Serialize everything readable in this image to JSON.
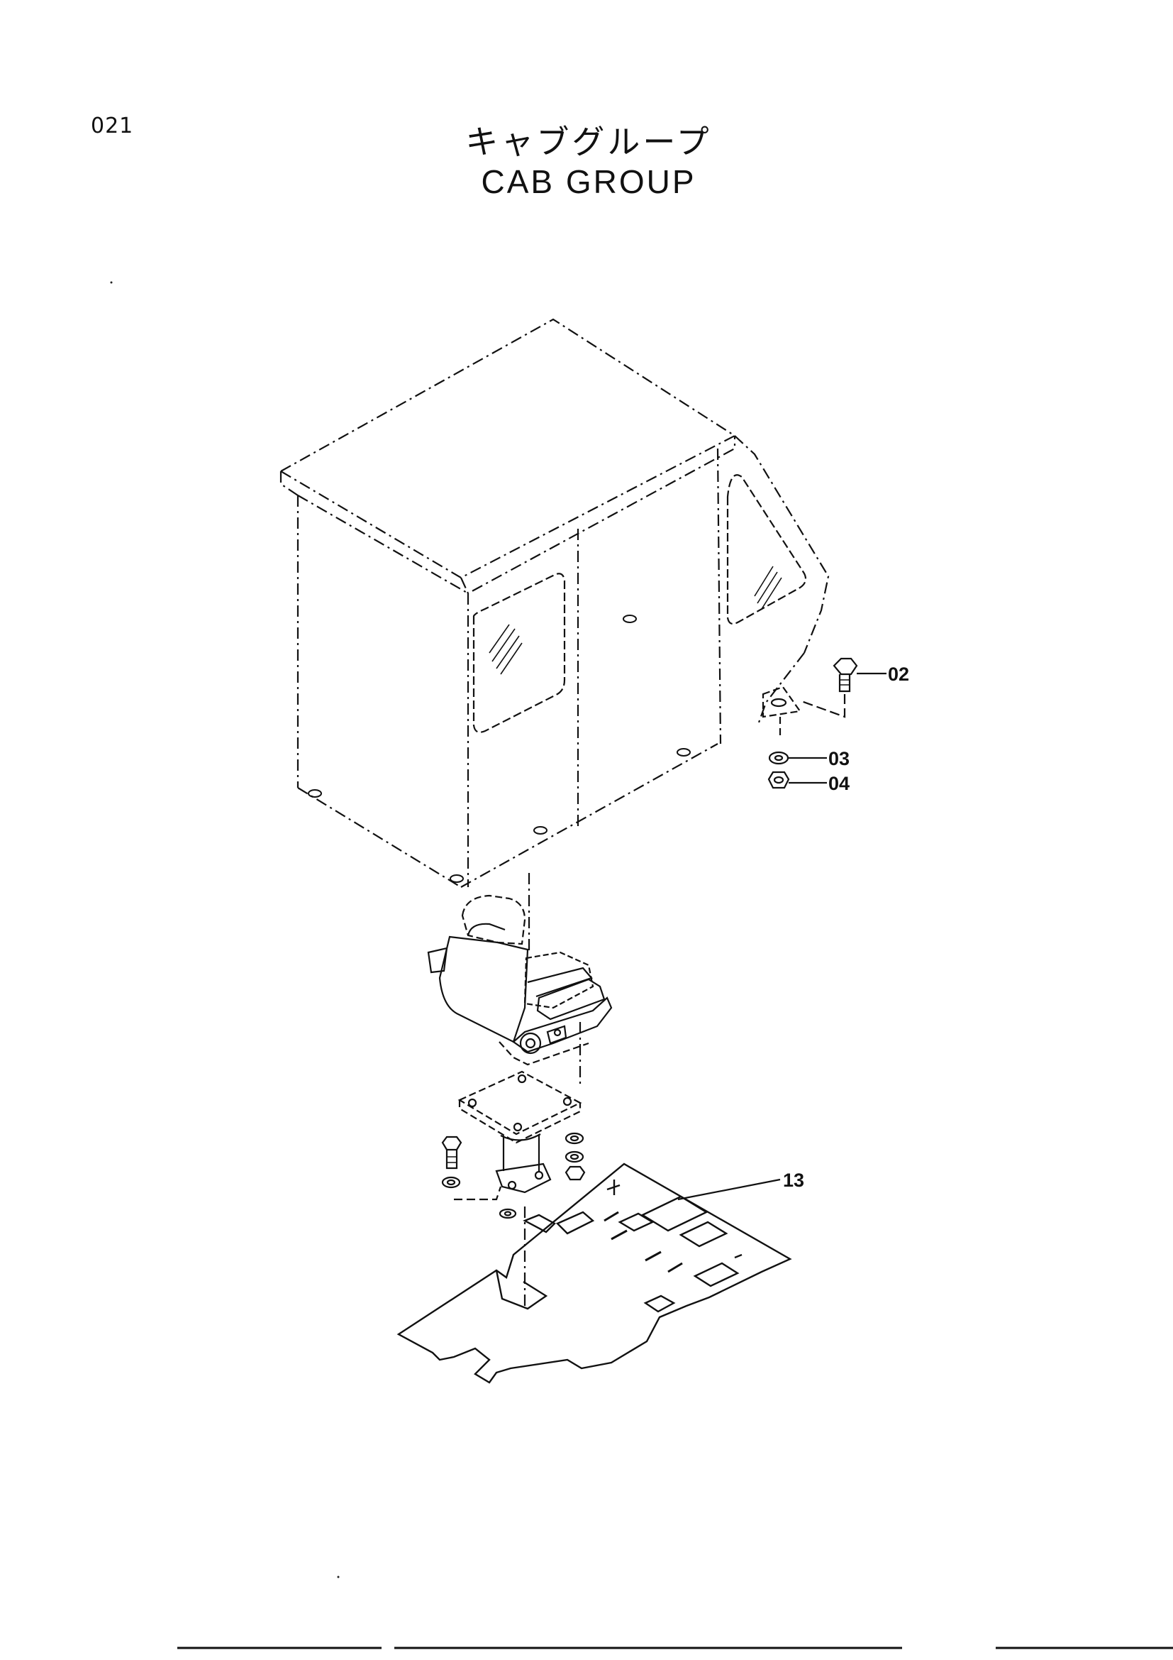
{
  "page": {
    "code": "021",
    "title_jp": "キャブグループ",
    "title_en": "CAB GROUP"
  },
  "callouts": [
    {
      "id": "bolt",
      "label": "02"
    },
    {
      "id": "washer",
      "label": "03"
    },
    {
      "id": "nut",
      "label": "04"
    },
    {
      "id": "floor-mat",
      "label": "13"
    }
  ]
}
